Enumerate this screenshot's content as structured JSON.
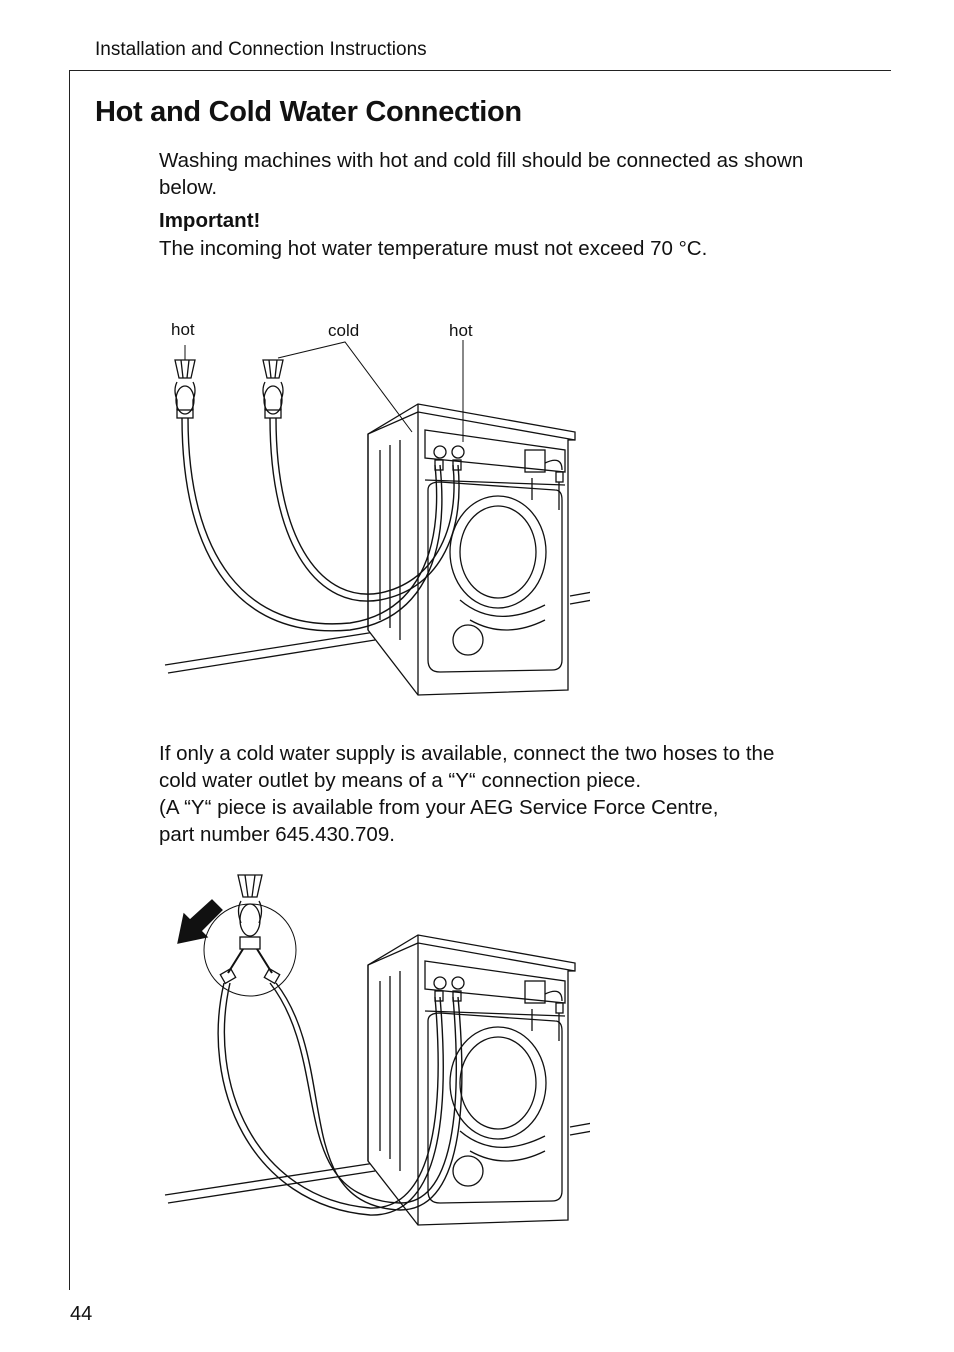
{
  "header": {
    "section": "Installation and Connection Instructions"
  },
  "title": "Hot and Cold Water Connection",
  "intro": "Washing machines with hot and cold fill should be connected as shown below.",
  "important": {
    "label": "Important!",
    "text": "The incoming hot water temperature must not exceed 70 °C."
  },
  "figure1": {
    "labels": {
      "tap_hot": "hot",
      "cold": "cold",
      "machine_hot": "hot"
    }
  },
  "single_supply": {
    "line1": "If only a cold water supply is available, connect the two hoses to the",
    "line2": "cold water outlet by means of a “Y“ connection piece.",
    "line3": "(A “Y“ piece is available from your AEG Service Force Centre,",
    "line4": "part number 645.430.709."
  },
  "page_number": "44"
}
